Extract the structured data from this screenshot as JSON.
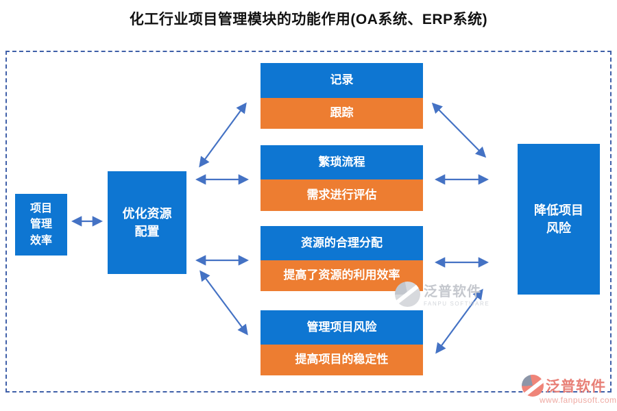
{
  "title": "化工行业项目管理模块的功能作用(OA系统、ERP系统)",
  "colors": {
    "node_blue": "#0e76d2",
    "node_orange": "#ed7d31",
    "arrow_blue": "#4472c4",
    "frame_dash_blue": "#3f5fa8",
    "watermark_coral": "#e87f76",
    "watermark_gray": "#c5c8ce"
  },
  "diagram": {
    "left_box": {
      "label": "项目\n管理\n效率"
    },
    "source_box": {
      "label": "优化资源\n配置"
    },
    "pairs": [
      {
        "top": "记录",
        "bottom": "跟踪"
      },
      {
        "top": "繁琐流程",
        "bottom": "需求进行评估"
      },
      {
        "top": "资源的合理分配",
        "bottom": "提高了资源的利用效率"
      },
      {
        "top": "管理项目风险",
        "bottom": "提高项目的稳定性"
      }
    ],
    "right_box": {
      "label": "降低项目\n风险"
    }
  },
  "watermarks": {
    "center": {
      "name": "泛普软件",
      "subtitle": "FANPU SOFTWARE"
    },
    "corner": {
      "name": "泛普软件",
      "url": "www.fanpusoft.com"
    }
  }
}
